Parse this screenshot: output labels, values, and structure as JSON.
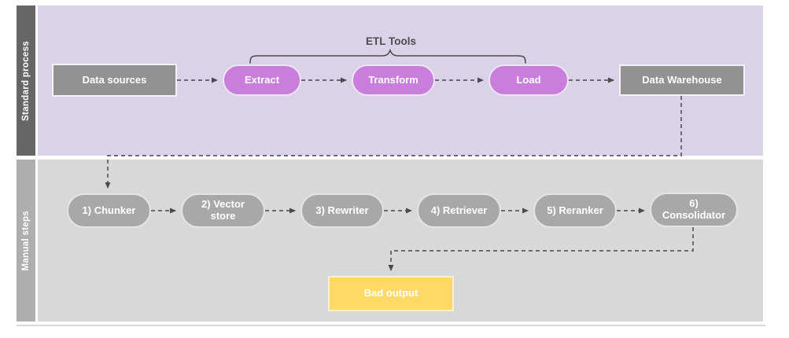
{
  "lanes": {
    "standard": {
      "label": "Standard process"
    },
    "manual": {
      "label": "Manual steps"
    }
  },
  "annotation": {
    "etl_tools": "ETL Tools"
  },
  "standard_nodes": {
    "data_sources": "Data sources",
    "extract": "Extract",
    "transform": "Transform",
    "load": "Load",
    "data_warehouse": "Data Warehouse"
  },
  "manual_nodes": {
    "chunker": "1) Chunker",
    "vector_store": "2) Vector store",
    "rewriter": "3) Rewriter",
    "retriever": "4) Retriever",
    "reranker": "5) Reranker",
    "consolidator": "6) Consolidator"
  },
  "outputs": {
    "bad_output": "Bad output"
  },
  "colors": {
    "standard_lane_bg": "#d9d2e9",
    "standard_lane_bar": "#666666",
    "manual_lane_bg": "#d8d8d8",
    "manual_lane_bar": "#aeaeae",
    "process_box_gray": "#929292",
    "etl_pill_purple": "#ca7edc",
    "manual_pill_gray": "#a8a8a8",
    "bad_output_yellow": "#ffd966",
    "connector_gray": "#5c5c5c"
  }
}
